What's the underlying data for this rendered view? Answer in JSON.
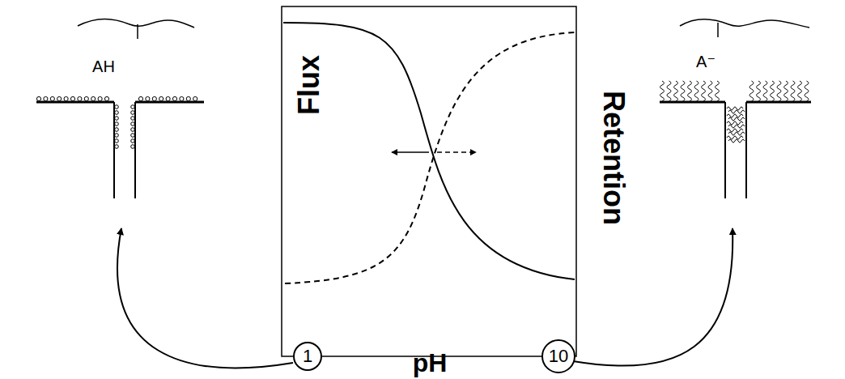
{
  "diagram": {
    "nodes": [
      {
        "text": [
          "1"
        ]
      },
      {
        "text": [
          "10"
        ]
      }
    ],
    "labels": [
      "Flux",
      "Retention",
      "pH",
      "AH",
      "A⁻"
    ]
  }
}
